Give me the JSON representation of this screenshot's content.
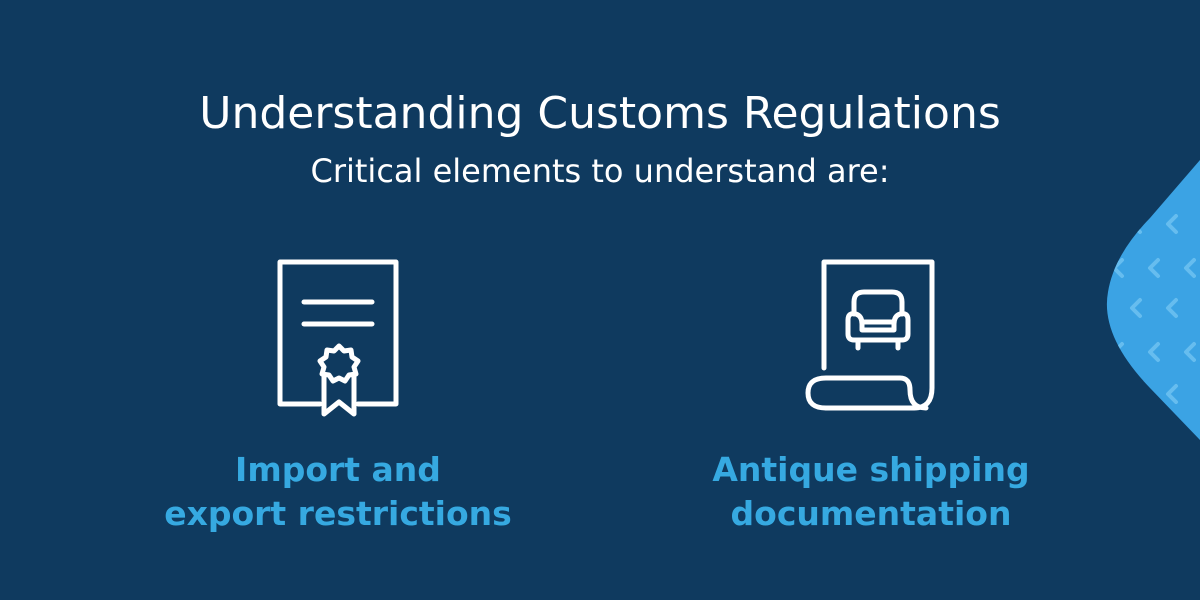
{
  "heading": {
    "title": "Understanding Customs Regulations",
    "subtitle": "Critical elements to understand are:"
  },
  "items": [
    {
      "icon": "certificate-document-icon",
      "label_lines": [
        "Import and",
        "export restrictions"
      ]
    },
    {
      "icon": "scroll-with-armchair-icon",
      "label_lines": [
        "Antique shipping",
        "documentation"
      ]
    }
  ],
  "colors": {
    "background": "#0f3a5f",
    "title_text": "#ffffff",
    "accent": "#36a9e1",
    "decor_light": "#3ba3e4",
    "decor_chevron": "#6cc0f0"
  }
}
